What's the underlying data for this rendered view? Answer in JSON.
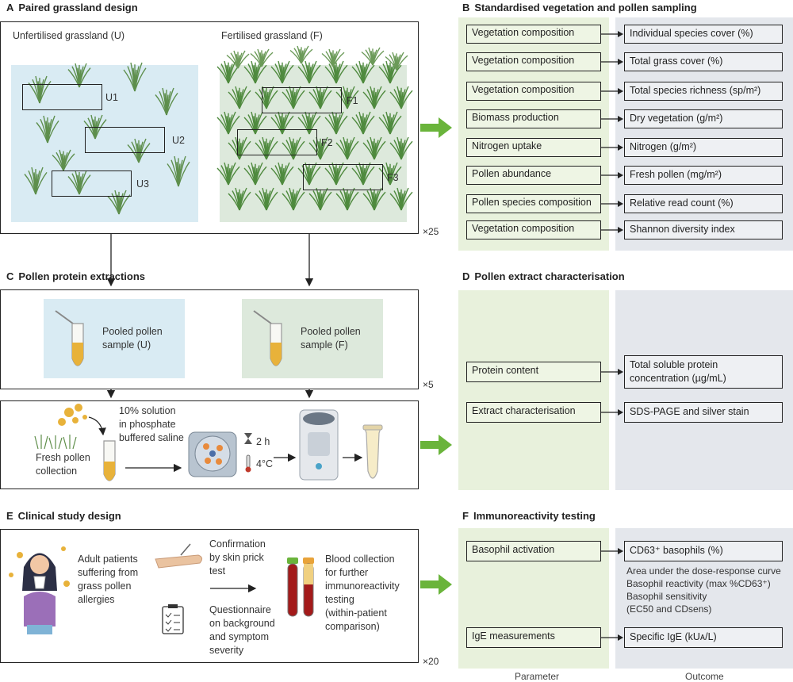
{
  "panel_a": {
    "title_letter": "A",
    "title": "Paired grassland design",
    "unfertilised_label": "Unfertilised grassland (U)",
    "fertilised_label": "Fertilised grassland (F)",
    "plots_u": [
      "U1",
      "U2",
      "U3"
    ],
    "plots_f": [
      "F1",
      "F2",
      "F3"
    ],
    "multiplier": "×25"
  },
  "panel_b": {
    "title_letter": "B",
    "title": "Standardised vegetation and pollen sampling",
    "rows": [
      {
        "parameter": "Vegetation composition",
        "outcome": "Individual species cover (%)"
      },
      {
        "parameter": "Vegetation composition",
        "outcome": "Total grass cover (%)"
      },
      {
        "parameter": "Vegetation composition",
        "outcome": "Total species richness (sp/m²)"
      },
      {
        "parameter": "Biomass production",
        "outcome": "Dry vegetation (g/m²)"
      },
      {
        "parameter": "Nitrogen uptake",
        "outcome": "Nitrogen (g/m²)"
      },
      {
        "parameter": "Pollen abundance",
        "outcome": "Fresh pollen (mg/m²)"
      },
      {
        "parameter": "Pollen species composition",
        "outcome": "Relative read count (%)"
      },
      {
        "parameter": "Vegetation composition",
        "outcome": "Shannon diversity index"
      }
    ]
  },
  "panel_c": {
    "title_letter": "C",
    "title": "Pollen protein extractions",
    "sample_u": [
      "Pooled pollen",
      "sample (U)"
    ],
    "sample_f": [
      "Pooled pollen",
      "sample (F)"
    ],
    "multiplier": "×5",
    "fresh_pollen": [
      "Fresh pollen",
      "collection"
    ],
    "solution": [
      "10% solution",
      "in phosphate",
      "buffered saline"
    ],
    "time": "2 h",
    "temperature": "4°C"
  },
  "panel_d": {
    "title_letter": "D",
    "title": "Pollen extract characterisation",
    "rows": [
      {
        "parameter": "Protein content",
        "outcome": [
          "Total soluble protein",
          "concentration (µg/mL)"
        ]
      },
      {
        "parameter": "Extract characterisation",
        "outcome": [
          "SDS-PAGE and silver stain"
        ]
      }
    ]
  },
  "panel_e": {
    "title_letter": "E",
    "title": "Clinical study design",
    "patients": [
      "Adult patients",
      "suffering from",
      "grass pollen",
      "allergies"
    ],
    "confirmation": [
      "Confirmation",
      "by skin prick",
      "test"
    ],
    "questionnaire": [
      "Questionnaire",
      "on background",
      "and symptom",
      "severity"
    ],
    "blood": [
      "Blood collection",
      "for further",
      "immunoreactivity",
      "testing",
      "(within-patient",
      "comparison)"
    ],
    "multiplier": "×20"
  },
  "panel_f": {
    "title_letter": "F",
    "title": "Immunoreactivity testing",
    "basophil_parameter": "Basophil activation",
    "basophil_outcome": "CD63⁺ basophils (%)",
    "basophil_details": [
      "Area under the dose-response curve",
      "Basophil reactivity (max %CD63⁺)",
      "Basophil sensitivity",
      "(EC50 and CDsens)"
    ],
    "ige_parameter": "IgE measurements",
    "ige_outcome": "Specific IgE (kUᴀ/L)"
  },
  "footer": {
    "parameter": "Parameter",
    "outcome": "Outcome"
  },
  "colors": {
    "param_panel": "#e8f1dc",
    "outcome_panel": "#e4e7ec",
    "unfertilised_bg": "#d9ebf3",
    "fertilised_bg": "#dde9dc",
    "arrow_green": "#6ab43b",
    "tube_fill": "#e8b23a"
  }
}
